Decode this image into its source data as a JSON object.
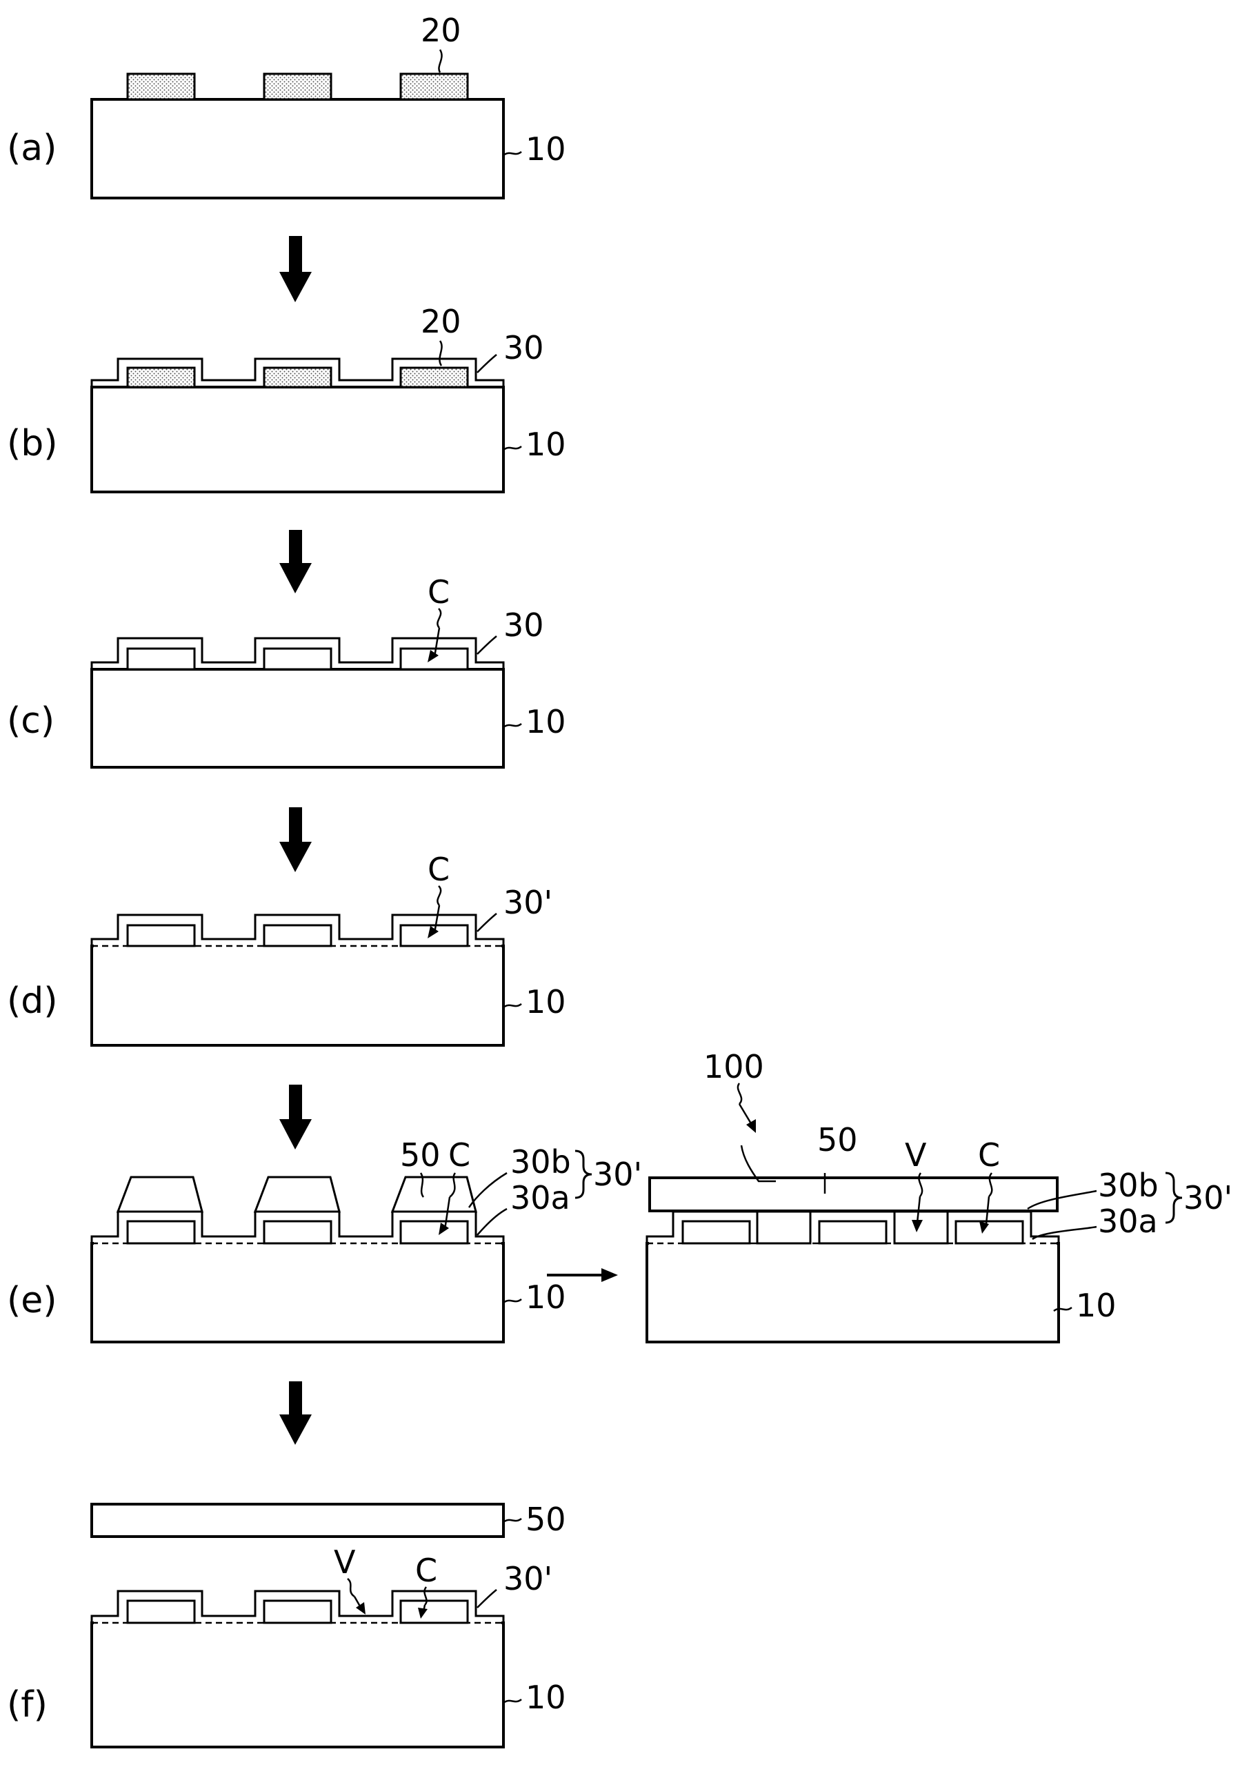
{
  "panels": {
    "a": {
      "step": "(a)",
      "label_20": "20",
      "label_10": "10"
    },
    "b": {
      "step": "(b)",
      "label_20": "20",
      "label_30": "30",
      "label_10": "10"
    },
    "c": {
      "step": "(c)",
      "label_c": "C",
      "label_30": "30",
      "label_10": "10"
    },
    "d": {
      "step": "(d)",
      "label_c": "C",
      "label_30p": "30'",
      "label_10": "10"
    },
    "e": {
      "step": "(e)",
      "label_50": "50",
      "label_c": "C",
      "label_30b": "30b",
      "label_30a": "30a",
      "label_30p": "30'",
      "label_10": "10"
    },
    "e2": {
      "label_100": "100",
      "label_50": "50",
      "label_v": "V",
      "label_c": "C",
      "label_30b": "30b",
      "label_30a": "30a",
      "label_30p": "30'",
      "label_10": "10"
    },
    "f": {
      "step": "(f)",
      "label_50": "50",
      "label_v": "V",
      "label_c": "C",
      "label_30p": "30'",
      "label_10": "10"
    }
  }
}
